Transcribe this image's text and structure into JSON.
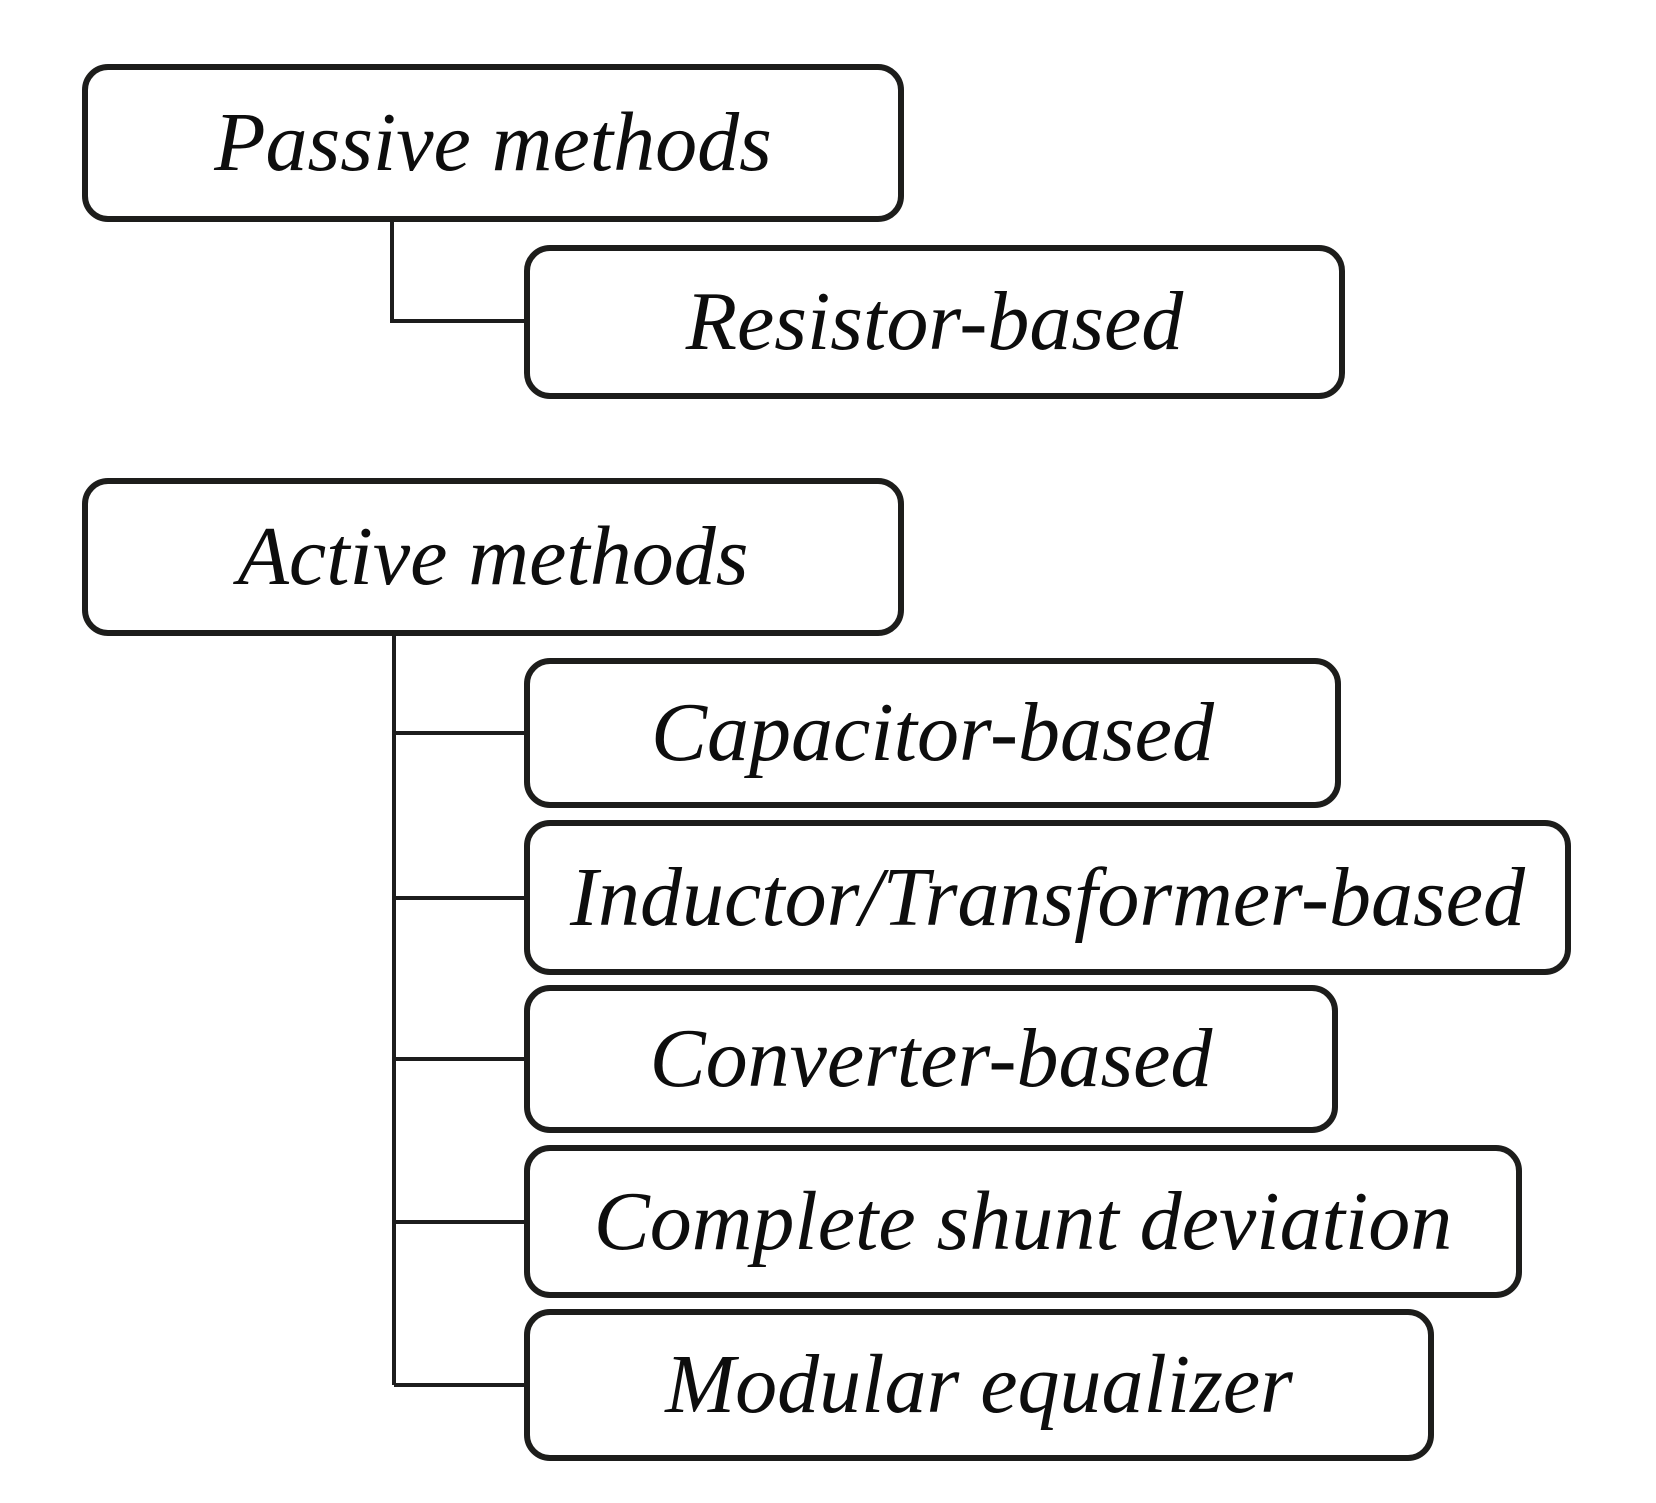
{
  "diagram": {
    "background_color": "#ffffff",
    "line_color": "#1d1d1d",
    "text_color": "#0d0d0d",
    "tree": {
      "passive": {
        "label": "Passive methods",
        "children": [
          {
            "label": "Resistor-based"
          }
        ]
      },
      "active": {
        "label": "Active methods",
        "children": [
          {
            "label": "Capacitor-based"
          },
          {
            "label": "Inductor/Transformer-based"
          },
          {
            "label": "Converter-based"
          },
          {
            "label": "Complete shunt deviation"
          },
          {
            "label": "Modular equalizer"
          }
        ]
      }
    }
  }
}
